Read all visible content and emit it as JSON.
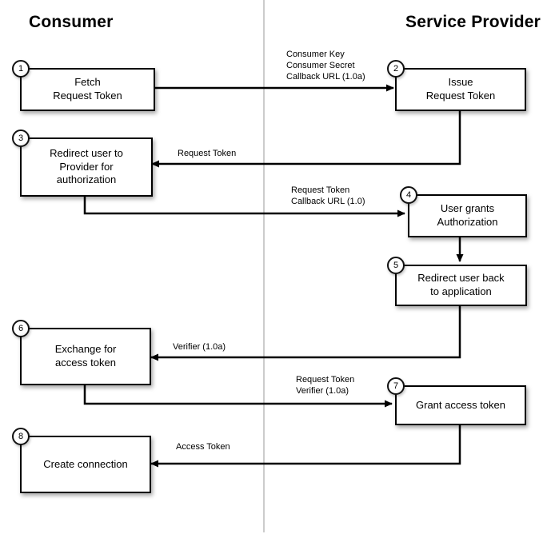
{
  "diagram": {
    "left_column_title": "Consumer",
    "right_column_title": "Service Provider",
    "nodes": [
      {
        "number": "1",
        "label": "Fetch\nRequest Token"
      },
      {
        "number": "2",
        "label": "Issue\nRequest Token"
      },
      {
        "number": "3",
        "label": "Redirect user to\nProvider for\nauthorization"
      },
      {
        "number": "4",
        "label": "User grants\nAuthorization"
      },
      {
        "number": "5",
        "label": "Redirect user back\nto application"
      },
      {
        "number": "6",
        "label": "Exchange for\naccess token"
      },
      {
        "number": "7",
        "label": "Grant access token"
      },
      {
        "number": "8",
        "label": "Create connection"
      }
    ],
    "arrow_labels": [
      {
        "text": "Consumer Key\nConsumer Secret\nCallback URL (1.0a)"
      },
      {
        "text": "Request Token"
      },
      {
        "text": "Request Token\nCallback URL (1.0)"
      },
      {
        "text": "Verifier (1.0a)"
      },
      {
        "text": "Request Token\nVerifier (1.0a)"
      },
      {
        "text": "Access Token"
      }
    ],
    "colors": {
      "line": "#000000",
      "divider": "#cccccc",
      "node_fill": "#ffffff"
    }
  }
}
